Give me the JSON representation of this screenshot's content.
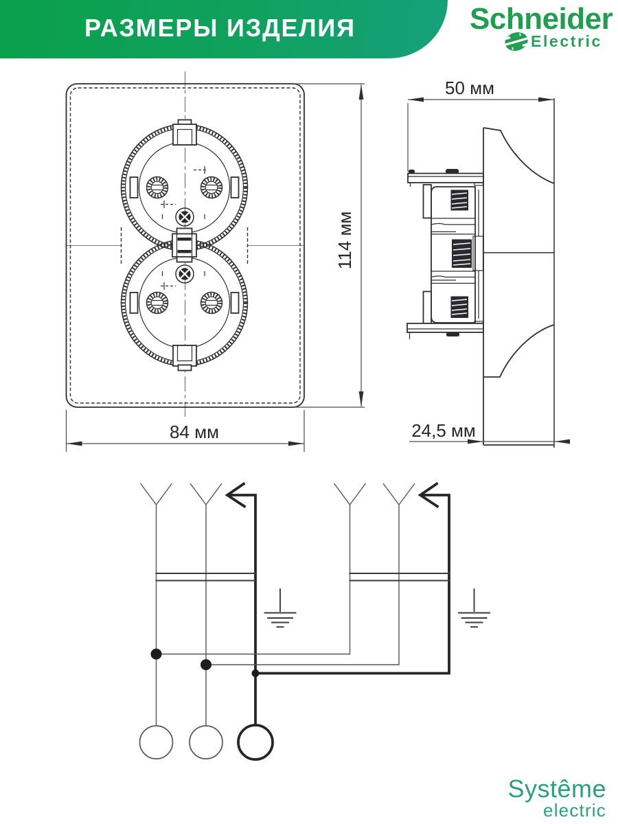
{
  "header": {
    "title": "РАЗМЕРЫ ИЗДЕЛИЯ"
  },
  "brand_top": {
    "name": "Schneider",
    "sub": "Electric"
  },
  "brand_bottom": {
    "name": "Systême",
    "sub": "electric"
  },
  "front_view": {
    "height_label": "114 мм",
    "width_label": "84 мм"
  },
  "side_view": {
    "depth_label": "50 мм",
    "plate_depth_label": "24,5 мм"
  },
  "colors": {
    "banner_green": "#0aa04c",
    "banner_teal": "#16a07c",
    "brand_green": "#1f9e50",
    "brand_green_light": "#2aa05c",
    "systeme_green": "#2aa17e",
    "line_dark": "#2f2f33",
    "line_mid": "#4a4a4f",
    "wire_thin": "#55555a",
    "text_dark": "#26262b"
  }
}
